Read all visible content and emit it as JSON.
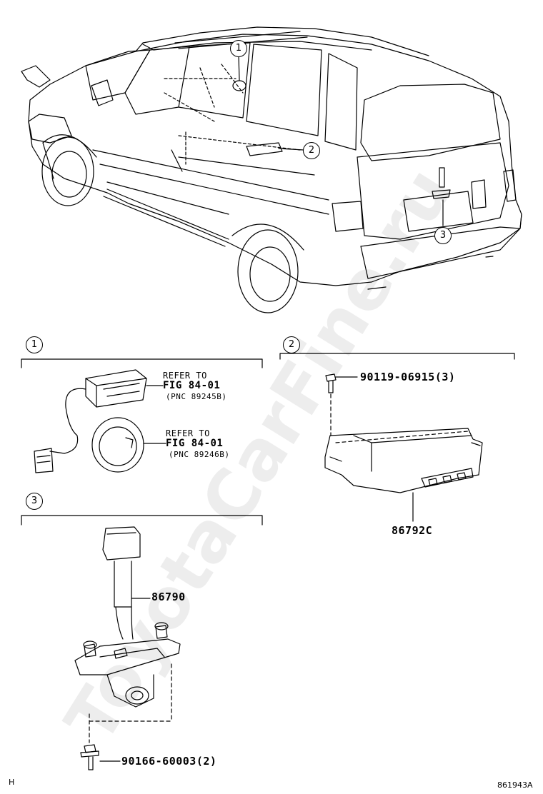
{
  "watermark": "ToyotaCarFine.ru",
  "overview": {
    "callouts": [
      "1",
      "2",
      "3"
    ]
  },
  "sections": [
    {
      "num": "1",
      "items": [
        {
          "refer": "REFER TO",
          "fig": "FIG 84-01",
          "pnc": "(PNC 89245B)"
        },
        {
          "refer": "REFER TO",
          "fig": "FIG 84-01",
          "pnc": "(PNC 89246B)"
        }
      ]
    },
    {
      "num": "2",
      "bolt": "90119-06915(3)",
      "part": "86792C"
    },
    {
      "num": "3",
      "part": "86790",
      "screw": "90166-60003(2)"
    }
  ],
  "footer": {
    "left": "H",
    "code": "861943A"
  }
}
